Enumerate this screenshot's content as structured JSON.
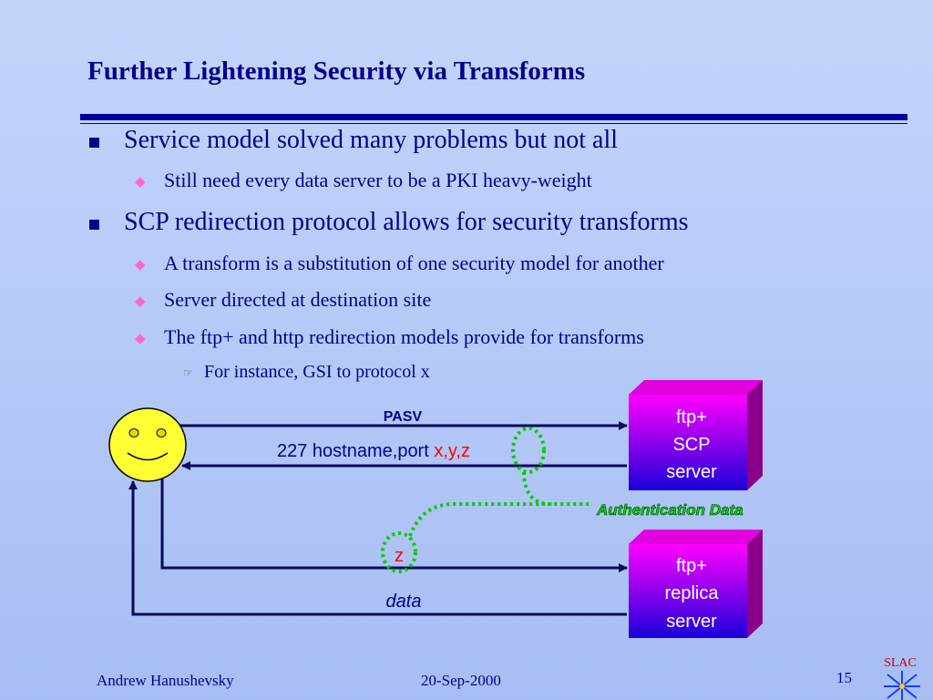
{
  "slide": {
    "title": "Further Lightening Security via Transforms",
    "bullets": [
      {
        "level": 1,
        "text": "Service model solved many problems but not all"
      },
      {
        "level": 2,
        "text": "Still need every data server to be a PKI heavy-weight"
      },
      {
        "level": 1,
        "text": "SCP redirection protocol allows for security transforms"
      },
      {
        "level": 2,
        "text": "A transform is a substitution of one security model for another"
      },
      {
        "level": 2,
        "text": "Server directed at destination site"
      },
      {
        "level": 2,
        "text": "The ftp+ and http redirection models provide for transforms"
      },
      {
        "level": 3,
        "text": "For instance, GSI to protocol x"
      }
    ]
  },
  "diagram": {
    "pasv_label": "PASV",
    "reply_prefix": "227 hostname,port ",
    "reply_suffix": "x,y,z",
    "auth_label": "Authentication Data",
    "z_label": "z",
    "data_label": "data",
    "server1": {
      "line1": "ftp+",
      "line2": "SCP",
      "line3": "server"
    },
    "server2": {
      "line1": "ftp+",
      "line2": "replica",
      "line3": "server"
    }
  },
  "colors": {
    "title": "#00008b",
    "arrow": "#0a0a5a",
    "server_magenta": "#ff00ff",
    "server_blue": "#1a00d9",
    "auth_green": "#00cc00",
    "highlight_red": "#ff0000",
    "face_yellow": "#ffff33"
  },
  "footer": {
    "author": "Andrew Hanushevsky",
    "date": "20-Sep-2000",
    "page": "15",
    "logo_text": "SLAC"
  }
}
